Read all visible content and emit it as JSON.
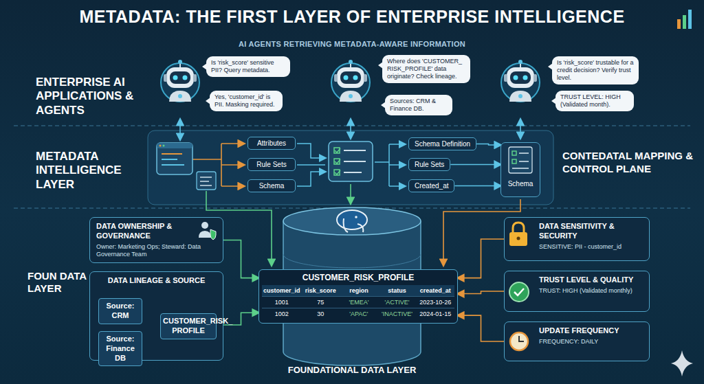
{
  "diagram": {
    "title": "METADATA: THE FIRST LAYER OF ENTERPRISE INTELLIGENCE",
    "nodes": [
      {
        "text": [
          "Is 'risk_score' sensitive PII? Query metadata."
        ]
      },
      {
        "text": [
          "Yes, 'customer_id' is PII. Masking required."
        ]
      },
      {
        "text": [
          "Where does 'CUSTOMER_ RISK_PROFILE' data originate? Check lineage."
        ]
      },
      {
        "text": [
          "Sources: CRM & Finance DB."
        ]
      },
      {
        "text": [
          "Is 'risk_score' trustable for a credit decision? Verify trust level."
        ]
      },
      {
        "text": [
          "TRUST LEVEL: HIGH (Validated month)."
        ]
      },
      {
        "text": [
          "Attributes"
        ]
      },
      {
        "text": [
          "Rule Sets"
        ]
      },
      {
        "text": [
          "Schema"
        ]
      },
      {
        "text": [
          "Schema Definition"
        ]
      },
      {
        "text": [
          "Rule Sets"
        ]
      },
      {
        "text": [
          "Created_at"
        ]
      },
      {
        "text": [
          "Schema"
        ]
      },
      {
        "text": [
          "DATA OWNERSHIP & GOVERNANCE",
          "Owner: Marketing Ops; Steward: Data Governance Team"
        ]
      },
      {
        "text": [
          "DATA LINEAGE & SOURCE"
        ]
      },
      {
        "text": [
          "Source: CRM"
        ],
        "in": 14
      },
      {
        "text": [
          "Source: Finance DB"
        ],
        "in": 14
      },
      {
        "text": [
          "CUSTOMER_RISK_ PROFILE"
        ],
        "in": 14
      },
      {
        "text": [
          "CUSTOMER_RISK_PROFILE"
        ]
      },
      {
        "text": [
          "DATA SENSITIVITY & SECURITY",
          "SENSITIVE: PII - customer_id"
        ]
      },
      {
        "text": [
          "TRUST LEVEL & QUALITY",
          "TRUST: HIGH (Validated monthly)"
        ]
      },
      {
        "text": [
          "UPDATE FREQUENCY",
          "FREQUENCY: DAILY"
        ]
      }
    ],
    "edges": [
      {
        "from": 9,
        "to": 12,
        "arrow": "to"
      },
      {
        "from": 10,
        "to": 12,
        "arrow": "to"
      },
      {
        "from": 11,
        "to": 12,
        "arrow": "to"
      },
      {
        "from": 15,
        "to": 17,
        "arrow": "to"
      },
      {
        "from": 16,
        "to": 17,
        "arrow": "to"
      },
      {
        "from": 13,
        "to": 18,
        "arrow": "to"
      },
      {
        "from": 14,
        "to": 18,
        "arrow": "to"
      },
      {
        "from": 19,
        "to": 18,
        "arrow": "to"
      },
      {
        "from": 20,
        "to": 18,
        "arrow": "to"
      },
      {
        "from": 21,
        "to": 18,
        "arrow": "to"
      }
    ],
    "labels": [
      "AI AGENTS RETRIEVING METADATA-AWARE INFORMATION",
      "ENTERPRISE AI APPLICATIONS & AGENTS",
      "METADATA INTELLIGENCE LAYER",
      "CONTEDATAL MAPPING & CONTROL PLANE",
      "FOUN DATA LAYER",
      "customer_id",
      "risk_score",
      "region",
      "status",
      "created_at",
      "1001",
      "75",
      "'EMEA'",
      "'ACTIVE'",
      "2023-10-26",
      "1002",
      "30",
      "'APAC'",
      "'INACTIVE'",
      "2024-01-15",
      "FOUNDATIONAL DATA LAYER"
    ]
  }
}
